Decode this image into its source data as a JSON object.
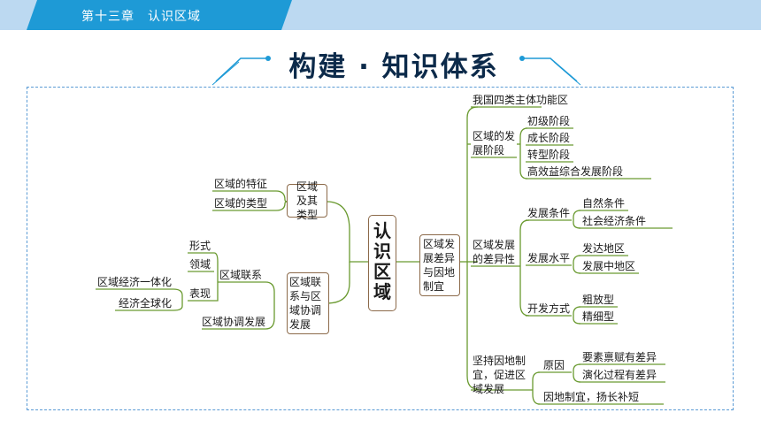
{
  "header": {
    "chapter": "第十三章　认识区域"
  },
  "heading": {
    "title": "构建 · 知识体系"
  },
  "colors": {
    "accent": "#1e9ad6",
    "bar": "#bcd9f1",
    "line": "#6a9a30",
    "box_border": "#8c6a4a"
  },
  "map": {
    "center": "认识区域",
    "left": {
      "branch1": {
        "label": "区域及其类型",
        "items": [
          "区域的特征",
          "区域的类型"
        ]
      },
      "branch2": {
        "label": "区域联系与区域协调发展",
        "link": {
          "label": "区域联系",
          "items": [
            "形式",
            "领域",
            "表现"
          ],
          "show_items": [
            "区域经济一体化",
            "经济全球化"
          ]
        },
        "coord": "区域协调发展"
      }
    },
    "right": {
      "label": "区域发展差异与因地制宜",
      "zones": "我国四类主体功能区",
      "stage": {
        "label": "区域的发展阶段",
        "items": [
          "初级阶段",
          "成长阶段",
          "转型阶段",
          "高效益综合发展阶段"
        ]
      },
      "diff": {
        "label": "区域发展的差异性",
        "cond": {
          "label": "发展条件",
          "items": [
            "自然条件",
            "社会经济条件"
          ]
        },
        "level": {
          "label": "发展水平",
          "items": [
            "发达地区",
            "发展中地区"
          ]
        },
        "mode": {
          "label": "开发方式",
          "items": [
            "粗放型",
            "精细型"
          ]
        }
      },
      "adhere": {
        "label": "坚持因地制宜，促进区域发展",
        "reason": {
          "label": "原因",
          "items": [
            "要素禀赋有差异",
            "演化过程有差异"
          ]
        },
        "tail": "因地制宜，扬长补短"
      }
    }
  }
}
